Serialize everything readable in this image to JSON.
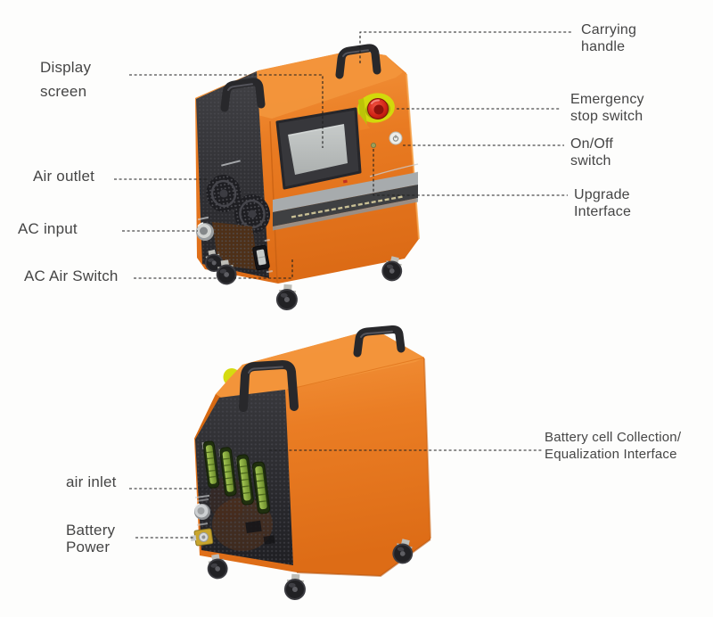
{
  "background_color": "#FDFDFC",
  "figure_type": "annotated product diagram, two isometric views of a portable battery charge/discharge machine",
  "annotations": {
    "top_view": {
      "carrying_handle": {
        "line1": "Carrying",
        "line2": "handle"
      },
      "display_screen": {
        "line1": "Display",
        "line2": "screen"
      },
      "emergency_stop": {
        "line1": "Emergency",
        "line2": "stop switch"
      },
      "on_off_switch": {
        "line1": "On/Off",
        "line2": "switch"
      },
      "air_outlet": {
        "line1": "Air outlet"
      },
      "upgrade_interface": {
        "line1": "Upgrade",
        "line2": "Interface"
      },
      "ac_input": {
        "line1": "AC input"
      },
      "ac_air_switch": {
        "line1": "AC Air Switch"
      }
    },
    "bottom_view": {
      "battery_cell_interface": {
        "line1": "Battery cell Collection/",
        "line2": "Equalization Interface"
      },
      "air_inlet": {
        "line1": "air inlet"
      },
      "battery_power": {
        "line1": "Battery",
        "line2": "Power"
      }
    }
  },
  "colors": {
    "machine_orange": "#E97B22",
    "machine_orange_light": "#F2953B",
    "machine_orange_dark": "#D4660F",
    "panel_dark": "#313134",
    "handle_dark": "#28282B",
    "emergency_red": "#C62017",
    "emergency_yellow": "#D2D90B",
    "connector_green": "#7FA33C",
    "screen_gray": "#B9BDBC",
    "stripe_gray": "#A7ABAD",
    "band_dark": "#3F4042",
    "silver": "#C9CCCE",
    "brass_yellow": "#C8A52E",
    "wheel_black": "#212124",
    "caster_fork": "#DDDDD6",
    "label_text": "#454545",
    "leader_line": "#1F1F1F"
  }
}
